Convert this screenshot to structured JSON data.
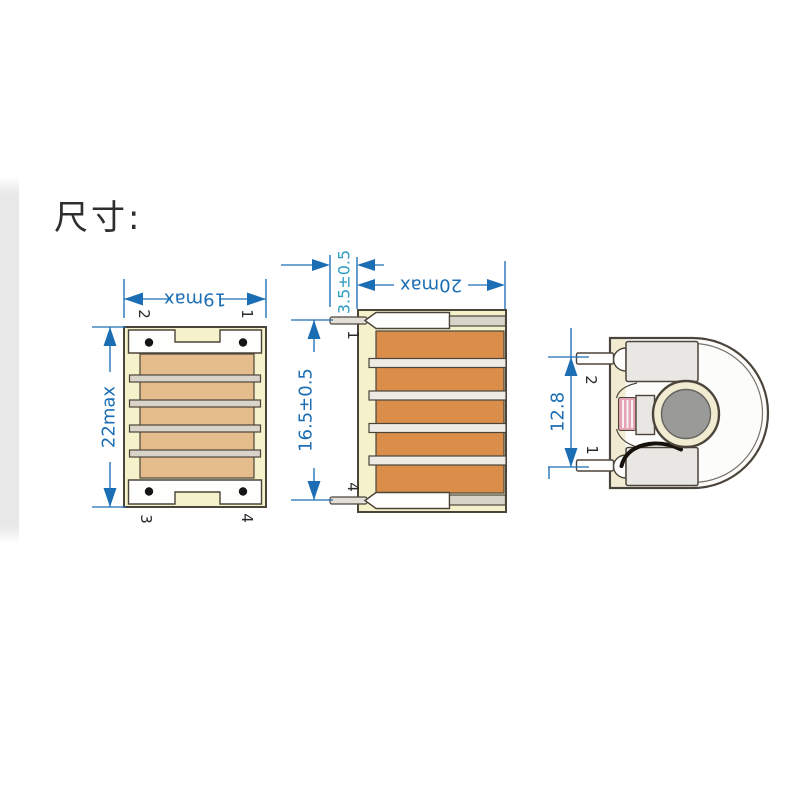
{
  "title": "尺寸:",
  "colors": {
    "dim_blue": "#1c6eb4",
    "dim_teal": "#2f9dc3",
    "outline": "#4b443a",
    "cream": "#f5f1ca",
    "tan": "#e5bd8c",
    "orange": "#db8e49",
    "bar_gray": "#d8d4ca",
    "bar_light": "#ecebe4",
    "plate_white": "#fefefc",
    "sleeve_gray": "#e9e7e3",
    "lead_gray": "#e3dfd6",
    "core_gray": "#9a9a98",
    "ring_cream": "#f1ecd1",
    "coil_pink": "#e5a2b2",
    "wire_black": "#17110c",
    "body_white": "#fcfcfa",
    "pin_dot": "#151515",
    "title_color": "#2e2e2e",
    "bg_strip": "#e8e8e8",
    "pin_label": "#2b2b2b"
  },
  "views": {
    "front": {
      "dim_width": "19max",
      "dim_height": "22max",
      "pin_top_left": "2",
      "pin_top_right": "1",
      "pin_bottom_left": "3",
      "pin_bottom_right": "4"
    },
    "side": {
      "dim_lead_protrusion": "3.5±0.5",
      "dim_width": "20max",
      "dim_pin_spacing": "16.5±0.5",
      "pin_top": "1",
      "pin_bottom": "4"
    },
    "end": {
      "dim_pin_spacing": "12.8",
      "pin_top": "2",
      "pin_bottom": "1"
    }
  }
}
